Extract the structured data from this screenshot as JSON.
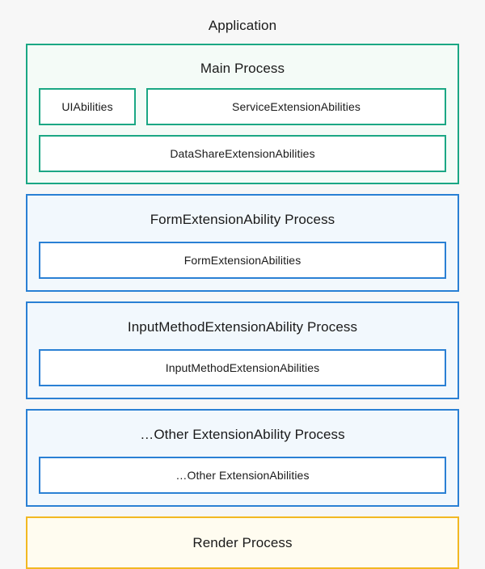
{
  "diagram": {
    "title": "Application",
    "background_color": "#f7f7f7",
    "sections": [
      {
        "id": "main-process",
        "title": "Main Process",
        "border_color": "#1ba784",
        "fill_color": "#f4fbf7",
        "rows": [
          {
            "abilities": [
              {
                "label": "UIAbilities",
                "width": "narrow"
              },
              {
                "label": "ServiceExtensionAbilities",
                "width": "wide"
              }
            ]
          },
          {
            "abilities": [
              {
                "label": "DataShareExtensionAbilities",
                "width": "wide"
              }
            ]
          }
        ]
      },
      {
        "id": "form-extension-ability-process",
        "title": "FormExtensionAbility Process",
        "border_color": "#2a80d4",
        "fill_color": "#f2f8fd",
        "rows": [
          {
            "abilities": [
              {
                "label": "FormExtensionAbilities",
                "width": "wide"
              }
            ]
          }
        ]
      },
      {
        "id": "input-method-extension-ability-process",
        "title": "InputMethodExtensionAbility Process",
        "border_color": "#2a80d4",
        "fill_color": "#f2f8fd",
        "rows": [
          {
            "abilities": [
              {
                "label": "InputMethodExtensionAbilities",
                "width": "wide"
              }
            ]
          }
        ]
      },
      {
        "id": "other-extension-ability-process",
        "title": "…Other ExtensionAbility Process",
        "border_color": "#2a80d4",
        "fill_color": "#f2f8fd",
        "rows": [
          {
            "abilities": [
              {
                "label": "…Other ExtensionAbilities",
                "width": "wide"
              }
            ]
          }
        ]
      },
      {
        "id": "render-process",
        "title": "Render Process",
        "border_color": "#f2b822",
        "fill_color": "#fffcf0",
        "rows": []
      }
    ]
  }
}
